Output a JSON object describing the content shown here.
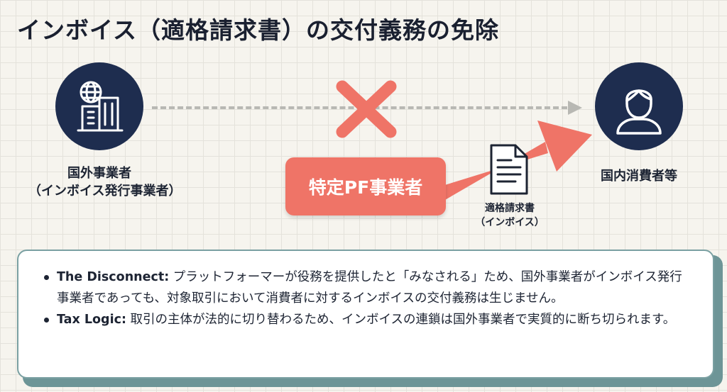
{
  "title": "インボイス（適格請求書）の交付義務の免除",
  "nodes": {
    "foreign": {
      "icon": "globe-building-icon",
      "label_line1": "国外事業者",
      "label_line2": "（インボイス発行事業者）"
    },
    "domestic": {
      "icon": "person-icon",
      "label": "国内消費者等"
    }
  },
  "platform": {
    "label": "特定PF事業者"
  },
  "document": {
    "icon": "document-icon",
    "label_line1": "適格請求書",
    "label_line2": "（インボイス）"
  },
  "colors": {
    "navy": "#1e2d4f",
    "coral": "#ef7467",
    "dashed_gray": "#b8b8b3",
    "teal_border": "#7aa0a2"
  },
  "bullets": [
    {
      "term": "The Disconnect:",
      "text": " プラットフォーマーが役務を提供したと「みなされる」ため、国外事業者がインボイス発行事業者であっても、対象取引において消費者に対するインボイスの交付義務は生じません。"
    },
    {
      "term": "Tax Logic:",
      "text": " 取引の主体が法的に切り替わるため、インボイスの連鎖は国外事業者で実質的に断ち切られます。"
    }
  ]
}
